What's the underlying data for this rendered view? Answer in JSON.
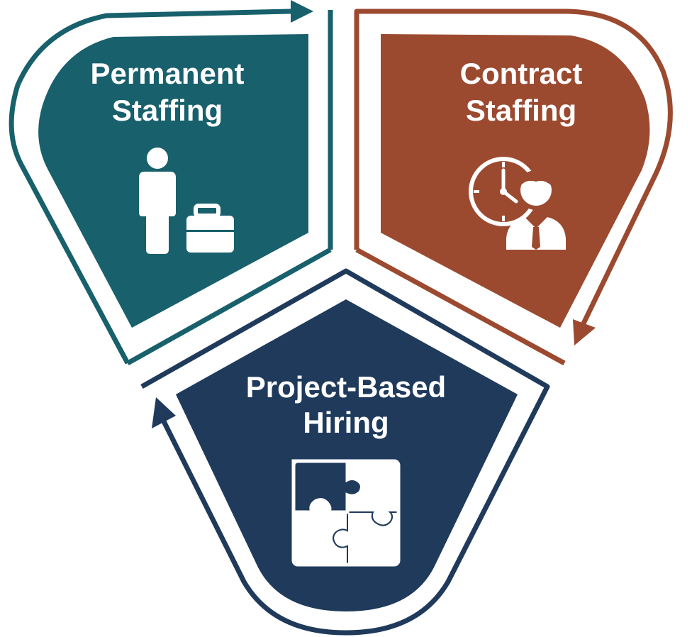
{
  "colors": {
    "permanent": "#18606b",
    "contract": "#9b4a30",
    "project": "#1f3a5b",
    "icon": "#ffffff",
    "background": "#ffffff"
  },
  "segments": [
    {
      "key": "permanent",
      "label_line1": "Permanent",
      "label_line2": "Staffing",
      "icon": "person-with-briefcase-icon"
    },
    {
      "key": "contract",
      "label_line1": "Contract",
      "label_line2": "Staffing",
      "icon": "clock-with-person-icon"
    },
    {
      "key": "project",
      "label_line1": "Project-Based",
      "label_line2": "Hiring",
      "icon": "puzzle-icon"
    }
  ]
}
